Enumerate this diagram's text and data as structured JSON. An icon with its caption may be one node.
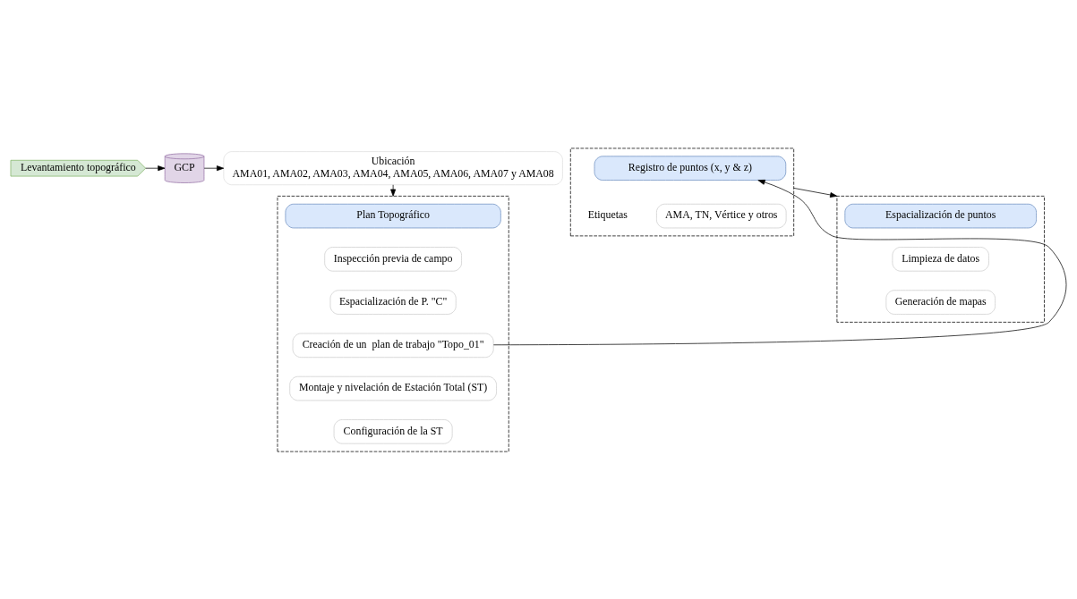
{
  "diagram": {
    "nodes": [
      {
        "text": [
          "Levantamiento topográfico"
        ]
      },
      {
        "text": [
          "GCP"
        ]
      },
      {
        "text": [
          "Ubicación",
          "AMA01, AMA02, AMA03, AMA04, AMA05, AMA06, AMA07 y AMA08"
        ]
      },
      {
        "text": [],
        "shape": "box"
      },
      {
        "text": [
          "Plan Topográfico"
        ],
        "in": 3
      },
      {
        "text": [
          "Inspección previa de campo"
        ],
        "in": 3
      },
      {
        "text": [
          "Espacialización de P. \"C\""
        ],
        "in": 3
      },
      {
        "text": [
          "Creación de un  plan de trabajo \"Topo_01\""
        ],
        "in": 3
      },
      {
        "text": [
          "Montaje y nivelación de Estación Total (ST)"
        ],
        "in": 3
      },
      {
        "text": [
          "Configuración de la ST"
        ],
        "in": 3
      },
      {
        "text": [],
        "shape": "box"
      },
      {
        "text": [
          "Registro de puntos (x, y & z)"
        ],
        "in": 10
      },
      {
        "text": [
          "AMA, TN, Vértice y otros"
        ],
        "in": 10,
        "beside": [
          "Etiquetas"
        ]
      },
      {
        "text": [],
        "shape": "box"
      },
      {
        "text": [
          "Espacialización de puntos"
        ],
        "in": 13
      },
      {
        "text": [
          "Limpieza de datos"
        ],
        "in": 13
      },
      {
        "text": [
          "Generación de mapas"
        ],
        "in": 13
      }
    ],
    "edges": [
      {
        "from": 0,
        "to": 1,
        "arrow": "to"
      },
      {
        "from": 1,
        "to": 2,
        "arrow": "to"
      },
      {
        "from": 2,
        "to": 3,
        "arrow": "to"
      },
      {
        "from": 7,
        "to": 11,
        "arrow": "to"
      },
      {
        "from": 10,
        "to": 13,
        "arrow": "to"
      }
    ]
  }
}
